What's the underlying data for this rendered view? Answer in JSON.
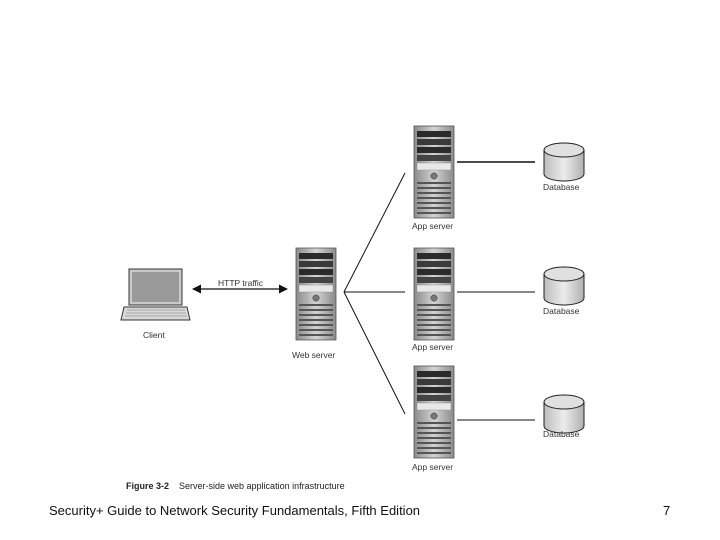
{
  "diagram": {
    "labels": {
      "client": "Client",
      "http_traffic": "HTTP traffic",
      "web_server": "Web server",
      "app_server": "App server",
      "database": "Database"
    },
    "caption": {
      "figure_number": "Figure 3-2",
      "text": "Server-side web application infrastructure"
    }
  },
  "footer": {
    "book_title": "Security+ Guide to Network Security Fundamentals, Fifth Edition",
    "page_number": "7"
  }
}
